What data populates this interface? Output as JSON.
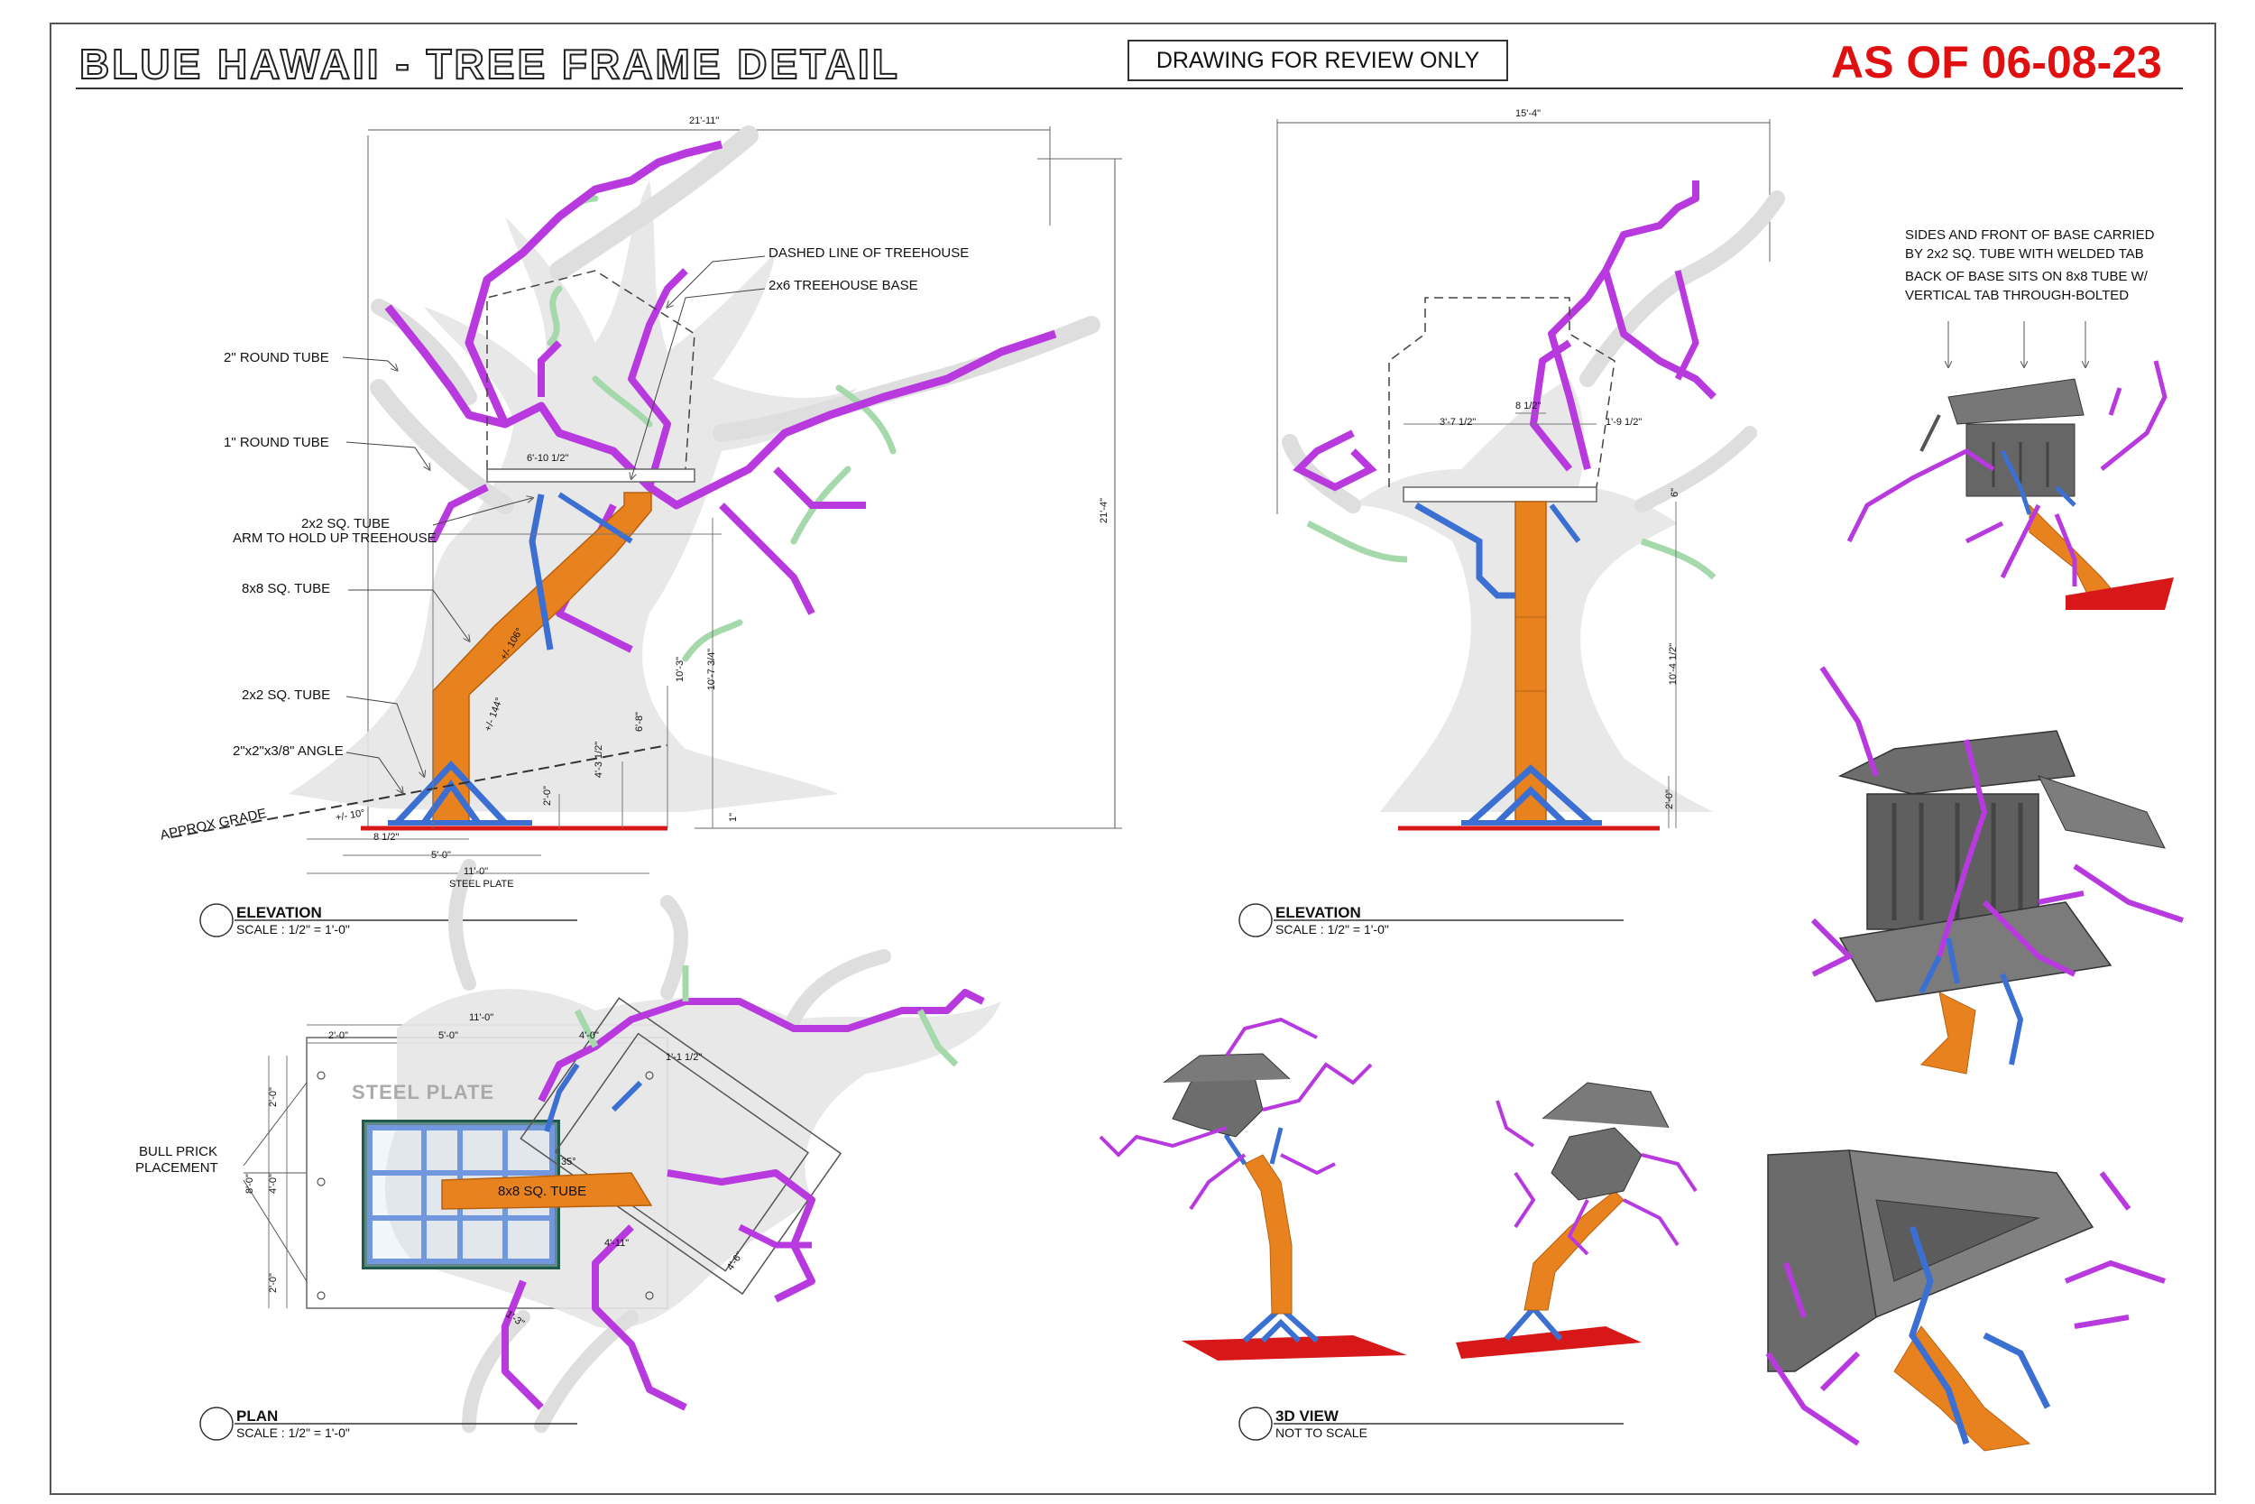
{
  "header": {
    "title": "BLUE HAWAII - TREE FRAME DETAIL",
    "review_note": "DRAWING FOR REVIEW ONLY",
    "as_of": "AS OF 06-08-23"
  },
  "elevation_left": {
    "callouts": {
      "dashed_line": "DASHED LINE OF TREEHOUSE",
      "treehouse_base": "2x6 TREEHOUSE BASE",
      "round_tube_2": "2\" ROUND TUBE",
      "round_tube_1": "1\" ROUND TUBE",
      "sq_tube_2x2_arm_1": "2x2 SQ. TUBE",
      "sq_tube_2x2_arm_2": "ARM TO HOLD UP TREEHOUSE",
      "sq_tube_8x8": "8x8 SQ. TUBE",
      "sq_tube_2x2": "2x2 SQ. TUBE",
      "angle": "2\"x2\"x3/8\" ANGLE",
      "approx_grade": "APPROX GRADE",
      "steel_plate": "STEEL PLATE"
    },
    "dims": {
      "overall_width": "21'-11\"",
      "overall_height": "21'-4\"",
      "base_width": "6'-10 1/2\"",
      "h_10_3": "10'-3\"",
      "h_10_7": "10'-7 3/4\"",
      "h_6_8": "6'-8\"",
      "h_4_3": "4'-3 1/2\"",
      "h_2_0": "2'-0\"",
      "h_1": "1\"",
      "angle_106": "+/- 106°",
      "angle_144": "+/- 144°",
      "angle_10": "+/- 10°",
      "w_8_5": "8 1/2\"",
      "w_5_0": "5'-0\"",
      "w_11_0": "11'-0\""
    },
    "view_title": "ELEVATION",
    "view_scale": "SCALE : 1/2\" = 1'-0\""
  },
  "elevation_right": {
    "dims": {
      "overall_width": "15'-4\"",
      "d_8_5": "8 1/2\"",
      "d_3_7": "3'-7 1/2\"",
      "d_1_9": "1'-9 1/2\"",
      "d_6": "6\"",
      "h_10_4": "10'-4 1/2\"",
      "h_2_0": "2'-0\""
    },
    "view_title": "ELEVATION",
    "view_scale": "SCALE : 1/2\" = 1'-0\""
  },
  "plan": {
    "steel_plate_label": "STEEL PLATE",
    "tube_label": "8x8 SQ. TUBE",
    "bull_prick_1": "BULL PRICK",
    "bull_prick_2": "PLACEMENT",
    "dims": {
      "w_11_0": "11'-0\"",
      "w_2_0": "2'-0\"",
      "w_5_0": "5'-0\"",
      "w_4_0": "4'-0\"",
      "w_1_1": "1'-1 1/2\"",
      "h_8_0": "8'-0\"",
      "h_2_0_a": "2'-0\"",
      "h_4_0": "4'-0\"",
      "h_2_0_b": "2'-0\"",
      "angle_35": "35°",
      "d_4_11": "4'-11\"",
      "d_4_6": "4'-6\"",
      "d_1_3": "1'-3\""
    },
    "view_title": "PLAN",
    "view_scale": "SCALE : 1/2\" = 1'-0\""
  },
  "view_3d": {
    "view_title": "3D VIEW",
    "view_scale": "NOT TO SCALE"
  },
  "detail_note": {
    "line1": "SIDES AND FRONT OF BASE CARRIED",
    "line2": "BY 2x2 SQ. TUBE WITH WELDED TAB",
    "line3": "BACK OF BASE SITS ON 8x8 TUBE W/",
    "line4": "VERTICAL TAB THROUGH-BOLTED"
  },
  "colors": {
    "round_tube": "#b83adf",
    "sq_tube_2x2": "#3b6fd1",
    "sq_tube_8x8": "#e8821e",
    "plate": "#d81818",
    "branch_fill": "#e4e4e4",
    "thin_branch": "#9fd8a7",
    "house_grey": "#6d6d6d"
  }
}
